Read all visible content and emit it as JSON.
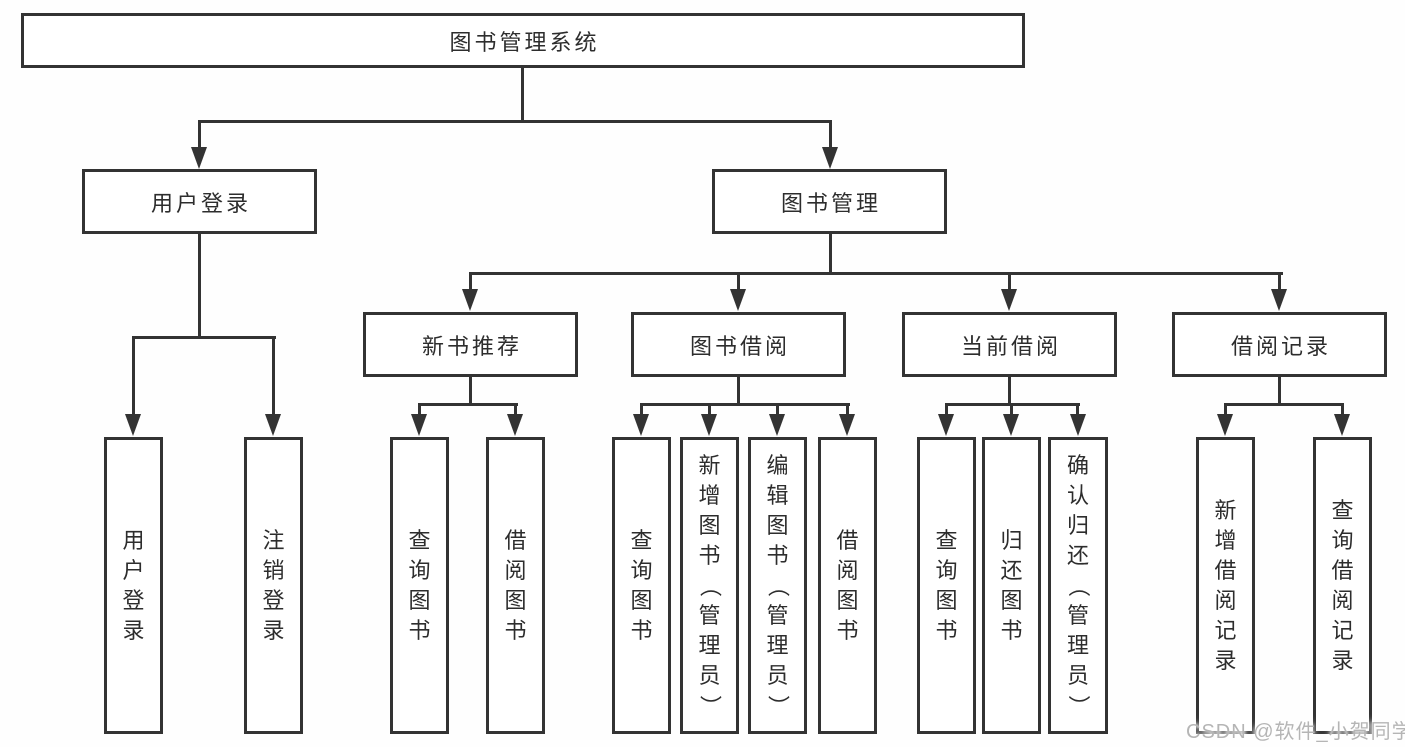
{
  "tree": {
    "root": {
      "label": "图书管理系统"
    },
    "branches": [
      {
        "label": "用户登录",
        "children": [
          {
            "label": "用户登录"
          },
          {
            "label": "注销登录"
          }
        ]
      },
      {
        "label": "图书管理",
        "children": [
          {
            "label": "新书推荐",
            "children": [
              {
                "label": "查询图书"
              },
              {
                "label": "借阅图书"
              }
            ]
          },
          {
            "label": "图书借阅",
            "children": [
              {
                "label": "查询图书"
              },
              {
                "label": "新增图书（管理员）"
              },
              {
                "label": "编辑图书（管理员）"
              },
              {
                "label": "借阅图书"
              }
            ]
          },
          {
            "label": "当前借阅",
            "children": [
              {
                "label": "查询图书"
              },
              {
                "label": "归还图书"
              },
              {
                "label": "确认归还（管理员）"
              }
            ]
          },
          {
            "label": "借阅记录",
            "children": [
              {
                "label": "新增借阅记录"
              },
              {
                "label": "查询借阅记录"
              }
            ]
          }
        ]
      }
    ]
  },
  "watermark": {
    "text": "CSDN @软件_小贺同学"
  },
  "colors": {
    "line": "#333333",
    "text": "#2d2d2d",
    "box_background": "#ffffff",
    "watermark": "#b5b5b5",
    "background": "#fefefe"
  }
}
